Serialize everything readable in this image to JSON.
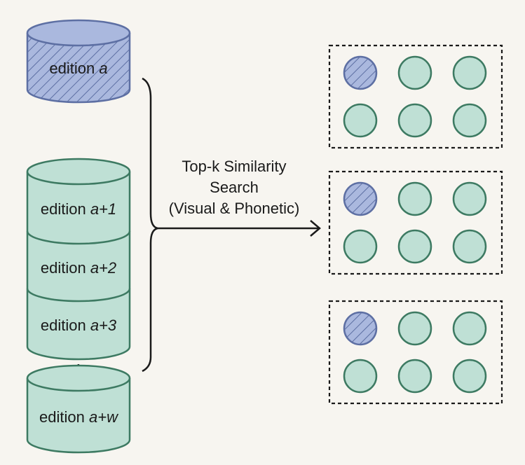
{
  "query_db": {
    "prefix": "edition ",
    "var": "a"
  },
  "stack_dbs": [
    {
      "prefix": "edition ",
      "var": "a+1"
    },
    {
      "prefix": "edition ",
      "var": "a+2"
    },
    {
      "prefix": "edition ",
      "var": "a+3"
    }
  ],
  "ellipsis": "⋮",
  "last_db": {
    "prefix": "edition ",
    "var": "a+w"
  },
  "search": {
    "line1": "Top-k Similarity",
    "line2": "Search",
    "line3": "(Visual & Phonetic)"
  },
  "result_groups": [
    {
      "query_items": 1,
      "match_items": 5
    },
    {
      "query_items": 1,
      "match_items": 5
    },
    {
      "query_items": 1,
      "match_items": 5
    }
  ],
  "colors": {
    "query_fill": "#aab8de",
    "query_stroke": "#5d6fa3",
    "db_fill": "#bfe0d5",
    "db_stroke": "#3d7a62",
    "background": "#f7f5f0",
    "ink": "#1a1a1a"
  }
}
